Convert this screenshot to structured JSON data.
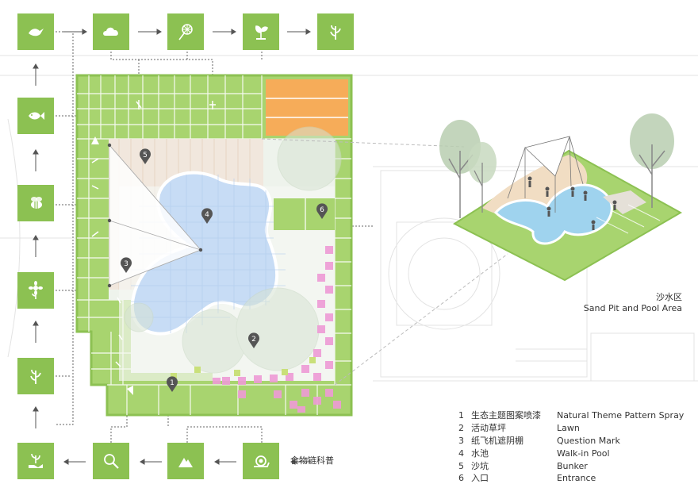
{
  "colors": {
    "green": "#8cc152",
    "lawn": "#a8d46f",
    "orange": "#f6ac59",
    "pink": "#ee9bd6",
    "pool": "#c7dcf5",
    "sand": "#f1e5db",
    "marker": "#555555",
    "tree": "#b9ceb0"
  },
  "icon_flow": {
    "top_row": [
      "bird-icon",
      "cloud-icon",
      "dandelion-icon",
      "seedling-icon",
      "sprout-icon"
    ],
    "left_column": [
      "fish-icon",
      "bee-icon",
      "sunflower-icon",
      "sprout-icon"
    ],
    "bottom_row": [
      "sprout-hand-icon",
      "magnifier-icon",
      "mountain-icon",
      "snail-icon"
    ]
  },
  "plan_markers": [
    "5",
    "4",
    "6",
    "3",
    "2",
    "1"
  ],
  "isometric": {
    "caption_zh": "沙水区",
    "caption_en": "Sand Pit and Pool Area"
  },
  "foodchain_label": "食物链科普",
  "legend": [
    {
      "num": "1",
      "zh": "生态主题图案喷漆",
      "en": "Natural Theme Pattern Spray"
    },
    {
      "num": "2",
      "zh": "活动草坪",
      "en": "Lawn"
    },
    {
      "num": "3",
      "zh": "纸飞机遮阴棚",
      "en": "Question Mark"
    },
    {
      "num": "4",
      "zh": "水池",
      "en": "Walk-in Pool"
    },
    {
      "num": "5",
      "zh": "沙坑",
      "en": "Bunker"
    },
    {
      "num": "6",
      "zh": "入口",
      "en": "Entrance"
    }
  ]
}
